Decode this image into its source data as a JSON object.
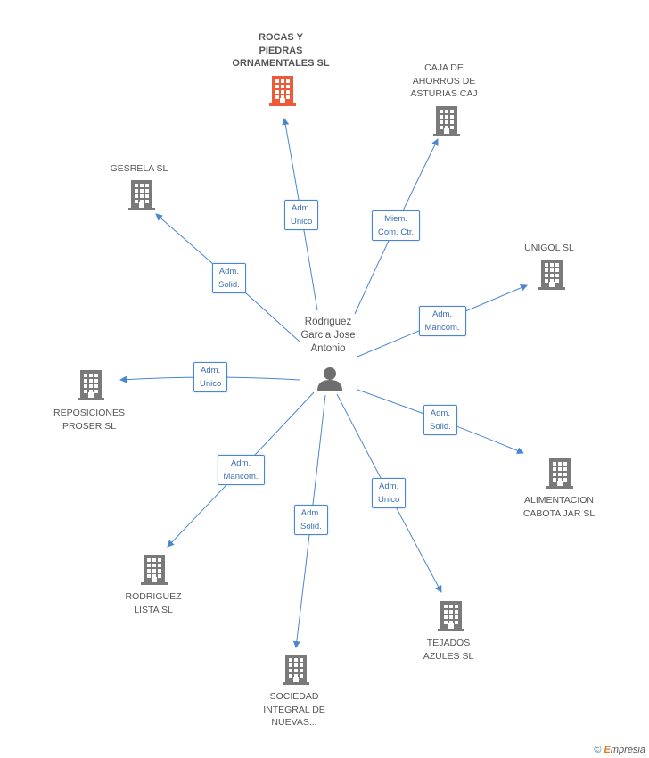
{
  "colors": {
    "edge": "#4a86d0",
    "building": "#7a7a7a",
    "building_highlight": "#ee5a35",
    "person": "#6e6e6e"
  },
  "center": {
    "label_lines": [
      "Rodriguez",
      "Garcia Jose",
      "Antonio"
    ],
    "icon": "person-icon"
  },
  "companies": [
    {
      "id": "rocas",
      "label_lines": [
        "ROCAS Y",
        "PIEDRAS",
        "ORNAMENTALES SL"
      ],
      "highlighted": true,
      "icon": "building-icon"
    },
    {
      "id": "caja",
      "label_lines": [
        "CAJA DE",
        "AHORROS DE",
        "ASTURIAS CAJ"
      ],
      "highlighted": false,
      "icon": "building-icon"
    },
    {
      "id": "gesrela",
      "label_lines": [
        "GESRELA SL"
      ],
      "highlighted": false,
      "icon": "building-icon"
    },
    {
      "id": "unigol",
      "label_lines": [
        "UNIGOL SL"
      ],
      "highlighted": false,
      "icon": "building-icon"
    },
    {
      "id": "reposiciones",
      "label_lines": [
        "REPOSICIONES",
        "PROSER SL"
      ],
      "highlighted": false,
      "icon": "building-icon"
    },
    {
      "id": "alimentacion",
      "label_lines": [
        "ALIMENTACION",
        "CABOTA JAR SL"
      ],
      "highlighted": false,
      "icon": "building-icon"
    },
    {
      "id": "rodriguez",
      "label_lines": [
        "RODRIGUEZ",
        "LISTA SL"
      ],
      "highlighted": false,
      "icon": "building-icon"
    },
    {
      "id": "tejados",
      "label_lines": [
        "TEJADOS",
        "AZULES SL"
      ],
      "highlighted": false,
      "icon": "building-icon"
    },
    {
      "id": "sociedad",
      "label_lines": [
        "SOCIEDAD",
        "INTEGRAL DE",
        "NUEVAS..."
      ],
      "highlighted": false,
      "icon": "building-icon"
    }
  ],
  "relations": [
    {
      "to": "rocas",
      "lines": [
        "Adm.",
        "Unico"
      ]
    },
    {
      "to": "caja",
      "lines": [
        "Miem.",
        "Com. Ctr."
      ]
    },
    {
      "to": "gesrela",
      "lines": [
        "Adm.",
        "Solid."
      ]
    },
    {
      "to": "unigol",
      "lines": [
        "Adm.",
        "Mancom."
      ]
    },
    {
      "to": "reposiciones",
      "lines": [
        "Adm.",
        "Unico"
      ]
    },
    {
      "to": "alimentacion",
      "lines": [
        "Adm.",
        "Solid."
      ]
    },
    {
      "to": "rodriguez",
      "lines": [
        "Adm.",
        "Mancom."
      ]
    },
    {
      "to": "sociedad",
      "lines": [
        "Adm.",
        "Solid."
      ]
    },
    {
      "to": "tejados",
      "lines": [
        "Adm.",
        "Unico"
      ]
    }
  ],
  "footer": {
    "copyright": "©",
    "brand_initial": "E",
    "brand_rest": "mpresia"
  }
}
